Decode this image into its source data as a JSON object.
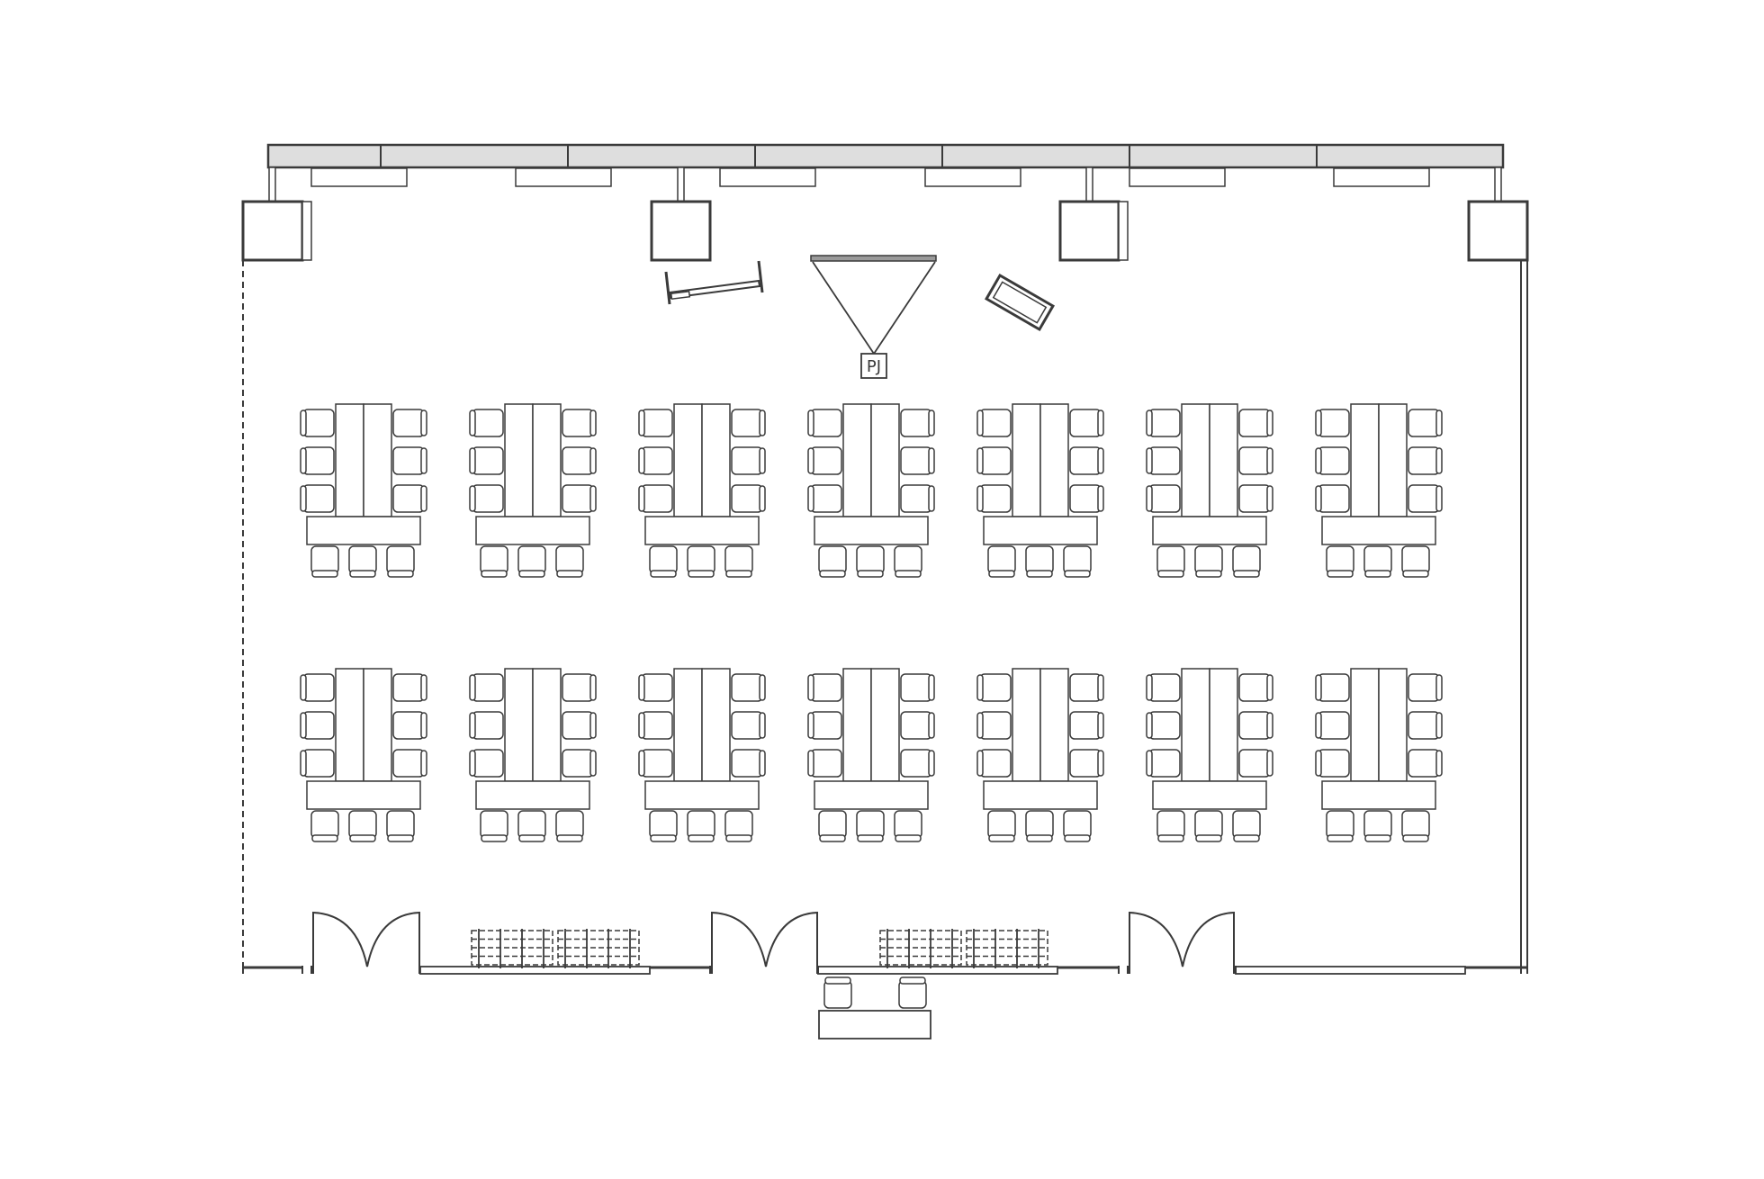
{
  "projector": {
    "label": "PJ"
  },
  "colors": {
    "line": "#3a3a3a",
    "fill": "#ffffff",
    "window_fill": "#dedede",
    "screen_bar": "#9a9a9a"
  },
  "seating": {
    "rows": 2,
    "islands_per_row": 7,
    "chairs_per_long_side": 3,
    "chairs_at_end": 3
  },
  "reception": {
    "chairs": 2
  },
  "icons": {
    "projector": "projector-icon",
    "screen": "projection-screen-icon",
    "whiteboard": "whiteboard-icon",
    "lectern": "lectern-icon",
    "door": "double-door-icon",
    "stacked_chairs": "stacked-chairs-icon"
  }
}
